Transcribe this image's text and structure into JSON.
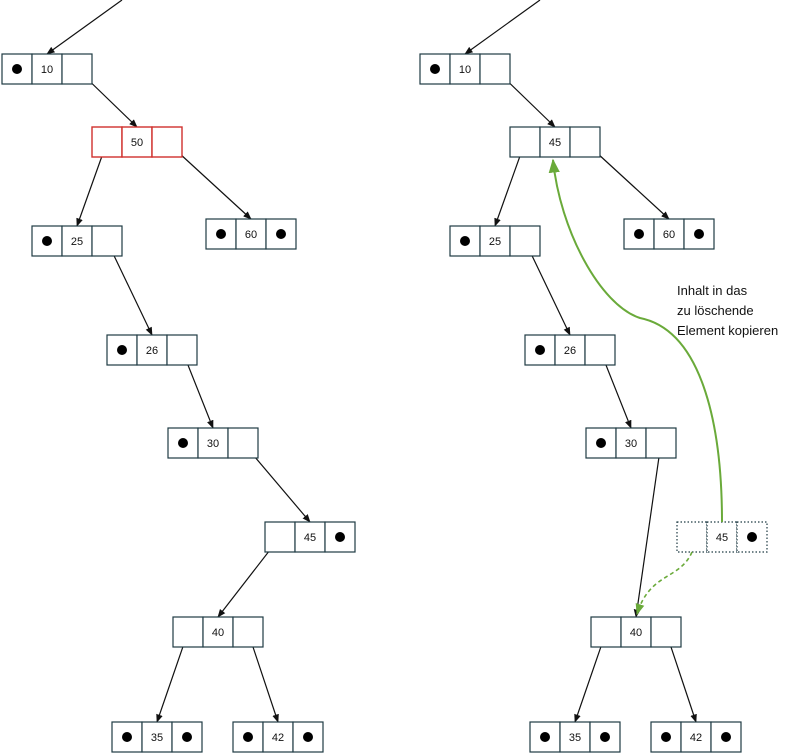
{
  "colors": {
    "node_border": "#1f3b44",
    "highlight_border": "#d0312d",
    "arrow": "#111111",
    "copy_arrow": "#6aaa3a"
  },
  "left_tree": {
    "nodes": [
      {
        "id": "l10",
        "key": "10",
        "left_null": true,
        "right_null": false,
        "style": "normal"
      },
      {
        "id": "l50",
        "key": "50",
        "left_null": false,
        "right_null": false,
        "style": "highlighted"
      },
      {
        "id": "l25",
        "key": "25",
        "left_null": true,
        "right_null": false,
        "style": "normal"
      },
      {
        "id": "l60",
        "key": "60",
        "left_null": true,
        "right_null": true,
        "style": "normal"
      },
      {
        "id": "l26",
        "key": "26",
        "left_null": true,
        "right_null": false,
        "style": "normal"
      },
      {
        "id": "l30",
        "key": "30",
        "left_null": true,
        "right_null": false,
        "style": "normal"
      },
      {
        "id": "l45",
        "key": "45",
        "left_null": false,
        "right_null": true,
        "style": "normal"
      },
      {
        "id": "l40",
        "key": "40",
        "left_null": false,
        "right_null": false,
        "style": "normal"
      },
      {
        "id": "l35",
        "key": "35",
        "left_null": true,
        "right_null": true,
        "style": "normal"
      },
      {
        "id": "l42",
        "key": "42",
        "left_null": true,
        "right_null": true,
        "style": "normal"
      }
    ]
  },
  "right_tree": {
    "nodes": [
      {
        "id": "r10",
        "key": "10",
        "left_null": true,
        "right_null": false,
        "style": "normal"
      },
      {
        "id": "r45top",
        "key": "45",
        "left_null": false,
        "right_null": false,
        "style": "normal"
      },
      {
        "id": "r25",
        "key": "25",
        "left_null": true,
        "right_null": false,
        "style": "normal"
      },
      {
        "id": "r60",
        "key": "60",
        "left_null": true,
        "right_null": true,
        "style": "normal"
      },
      {
        "id": "r26",
        "key": "26",
        "left_null": true,
        "right_null": false,
        "style": "normal"
      },
      {
        "id": "r30",
        "key": "30",
        "left_null": true,
        "right_null": false,
        "style": "normal"
      },
      {
        "id": "r45old",
        "key": "45",
        "left_null": false,
        "right_null": true,
        "style": "dotted"
      },
      {
        "id": "r40",
        "key": "40",
        "left_null": false,
        "right_null": false,
        "style": "normal"
      },
      {
        "id": "r35",
        "key": "35",
        "left_null": true,
        "right_null": true,
        "style": "normal"
      },
      {
        "id": "r42",
        "key": "42",
        "left_null": true,
        "right_null": true,
        "style": "normal"
      }
    ]
  },
  "annotation": {
    "line1": "Inhalt in das",
    "line2": "zu löschende",
    "line3": "Element kopieren"
  }
}
